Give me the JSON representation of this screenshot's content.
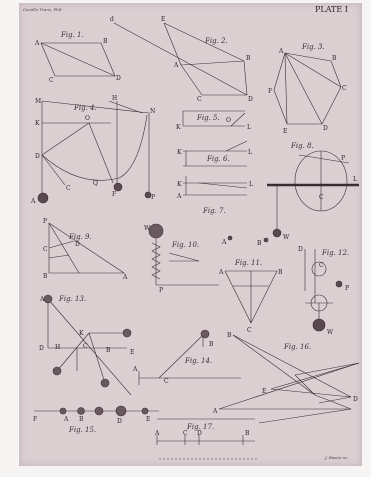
{
  "header": {
    "left_note": "Cavallo Trans. Phil.",
    "plate_title": "PLATE I"
  },
  "figures": [
    {
      "id": "fig1",
      "label": "Fig. 1."
    },
    {
      "id": "fig2",
      "label": "Fig. 2."
    },
    {
      "id": "fig3",
      "label": "Fig. 3."
    },
    {
      "id": "fig4",
      "label": "Fig. 4."
    },
    {
      "id": "fig5",
      "label": "Fig. 5."
    },
    {
      "id": "fig6",
      "label": "Fig. 6."
    },
    {
      "id": "fig7",
      "label": "Fig. 7."
    },
    {
      "id": "fig8",
      "label": "Fig. 8."
    },
    {
      "id": "fig9",
      "label": "Fig. 9."
    },
    {
      "id": "fig10",
      "label": "Fig. 10."
    },
    {
      "id": "fig11",
      "label": "Fig. 11."
    },
    {
      "id": "fig12",
      "label": "Fig. 12."
    },
    {
      "id": "fig13",
      "label": "Fig. 13."
    },
    {
      "id": "fig14",
      "label": "Fig. 14."
    },
    {
      "id": "fig15",
      "label": "Fig. 15."
    },
    {
      "id": "fig16",
      "label": "Fig. 16."
    },
    {
      "id": "fig17",
      "label": "Fig. 17."
    }
  ],
  "footer": {
    "engraver": "J. Basire sc."
  },
  "colors": {
    "paper": "#dccfd2",
    "ink": "#3a2c30"
  }
}
